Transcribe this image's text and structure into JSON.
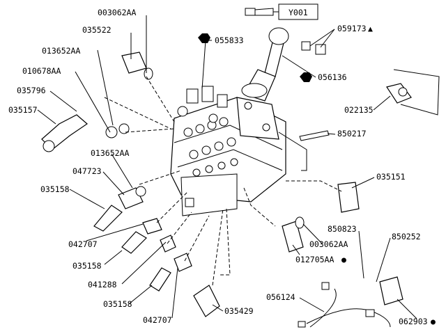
{
  "diagram": {
    "ref_box": "Y001",
    "labels": {
      "l003062AA_top": "003062AA",
      "l035522": "035522",
      "l013652AA_top": "013652AA",
      "l010678AA": "010678AA",
      "l035796": "035796",
      "l035157": "035157",
      "l013652AA_mid": "013652AA",
      "l047723": "047723",
      "l035158_a": "035158",
      "l042707_a": "042707",
      "l035158_b": "035158",
      "l041288": "041288",
      "l035158_c": "035158",
      "l042707_b": "042707",
      "l035429": "035429",
      "l055833": "055833",
      "l059173": "059173",
      "l056136": "056136",
      "l022135": "022135",
      "l850217": "850217",
      "l035151": "035151",
      "l850823": "850823",
      "l850252": "850252",
      "l003062AA_bot": "003062AA",
      "l012705AA": "012705AA",
      "l056124": "056124",
      "l062903": "062903"
    },
    "markers": {
      "triangle": "▲",
      "dot": "●",
      "hex": "⬢"
    }
  }
}
